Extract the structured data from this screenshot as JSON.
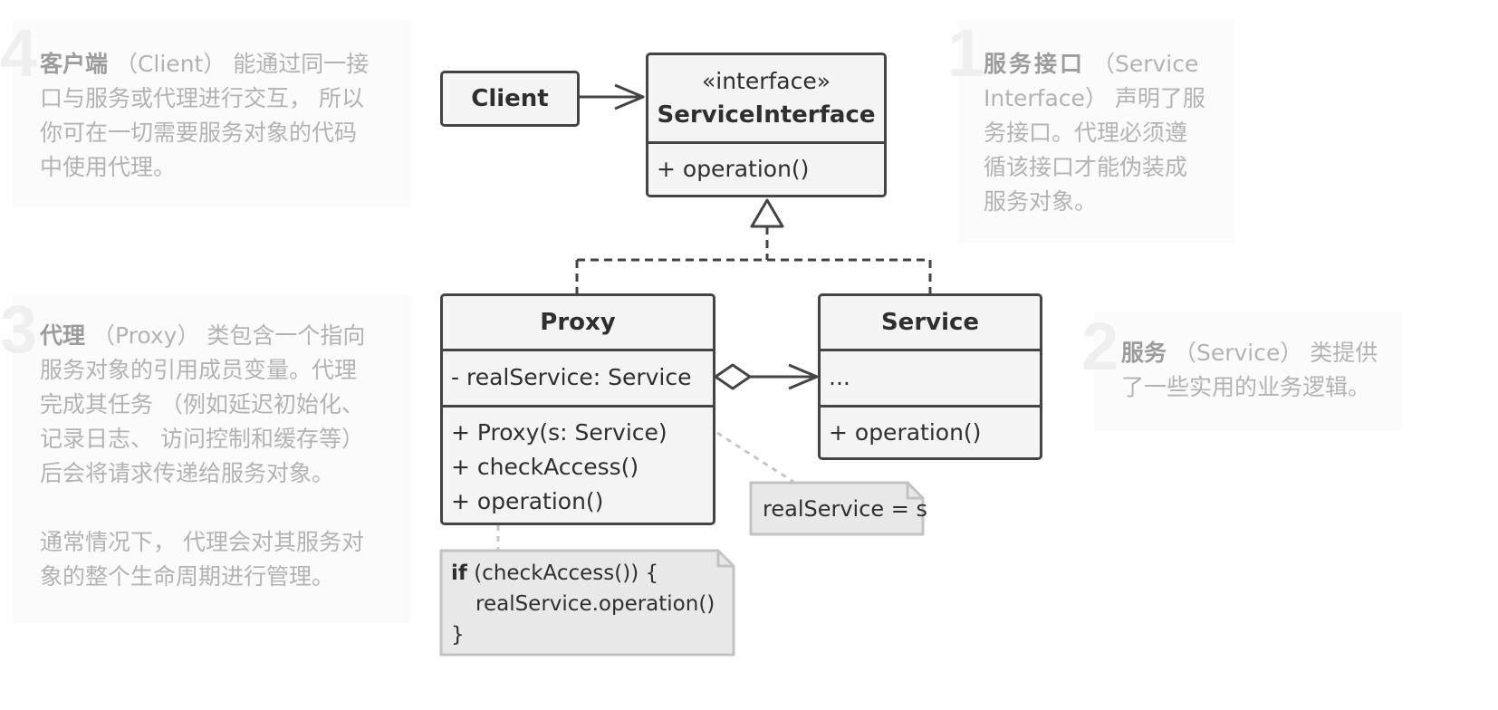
{
  "annotations": {
    "client": {
      "number": "4",
      "title": "客户端",
      "lines": [
        " （Client） 能通过同一接",
        "口与服务或代理进行交互， 所以",
        "你可在一切需要服务对象的代码",
        "中使用代理。"
      ]
    },
    "interface": {
      "number": "1",
      "title": "服务接口",
      "lines": [
        " （Service",
        "Interface） 声明了服",
        "务接口。代理必须遵",
        "循该接口才能伪装成",
        "服务对象。"
      ]
    },
    "proxy": {
      "number": "3",
      "title": "代理",
      "lines": [
        " （Proxy） 类包含一个指向",
        "服务对象的引用成员变量。代理",
        "完成其任务 （例如延迟初始化、",
        "记录日志、 访问控制和缓存等）",
        "后会将请求传递给服务对象。",
        "",
        "通常情况下， 代理会对其服务对",
        "象的整个生命周期进行管理。"
      ]
    },
    "service": {
      "number": "2",
      "title": "服务",
      "lines": [
        " （Service） 类提供",
        "了一些实用的业务逻辑。"
      ]
    }
  },
  "diagram": {
    "client": {
      "name": "Client"
    },
    "service_interface": {
      "stereotype": "«interface»",
      "name": "ServiceInterface",
      "methods": [
        "+ operation()"
      ]
    },
    "proxy": {
      "name": "Proxy",
      "fields": [
        "- realService: Service"
      ],
      "methods": [
        "+ Proxy(s: Service)",
        "+ checkAccess()",
        "+ operation()"
      ]
    },
    "service": {
      "name": "Service",
      "fields": [
        "..."
      ],
      "methods": [
        "+ operation()"
      ]
    },
    "notes": {
      "constructor": "realService = s",
      "operation": {
        "keyword": "if",
        "line1_rest": " (checkAccess()) {",
        "line2": "realService.operation()",
        "line3": "}"
      }
    }
  },
  "colors": {
    "stroke": "#444444",
    "box_fill": "#f4f4f4",
    "note_fill": "#e8e8e8",
    "note_stroke": "#c2c2c2",
    "panel_fill": "#fbfbfb",
    "panel_text": "#b3b3b3",
    "panel_number": "#efefef"
  }
}
